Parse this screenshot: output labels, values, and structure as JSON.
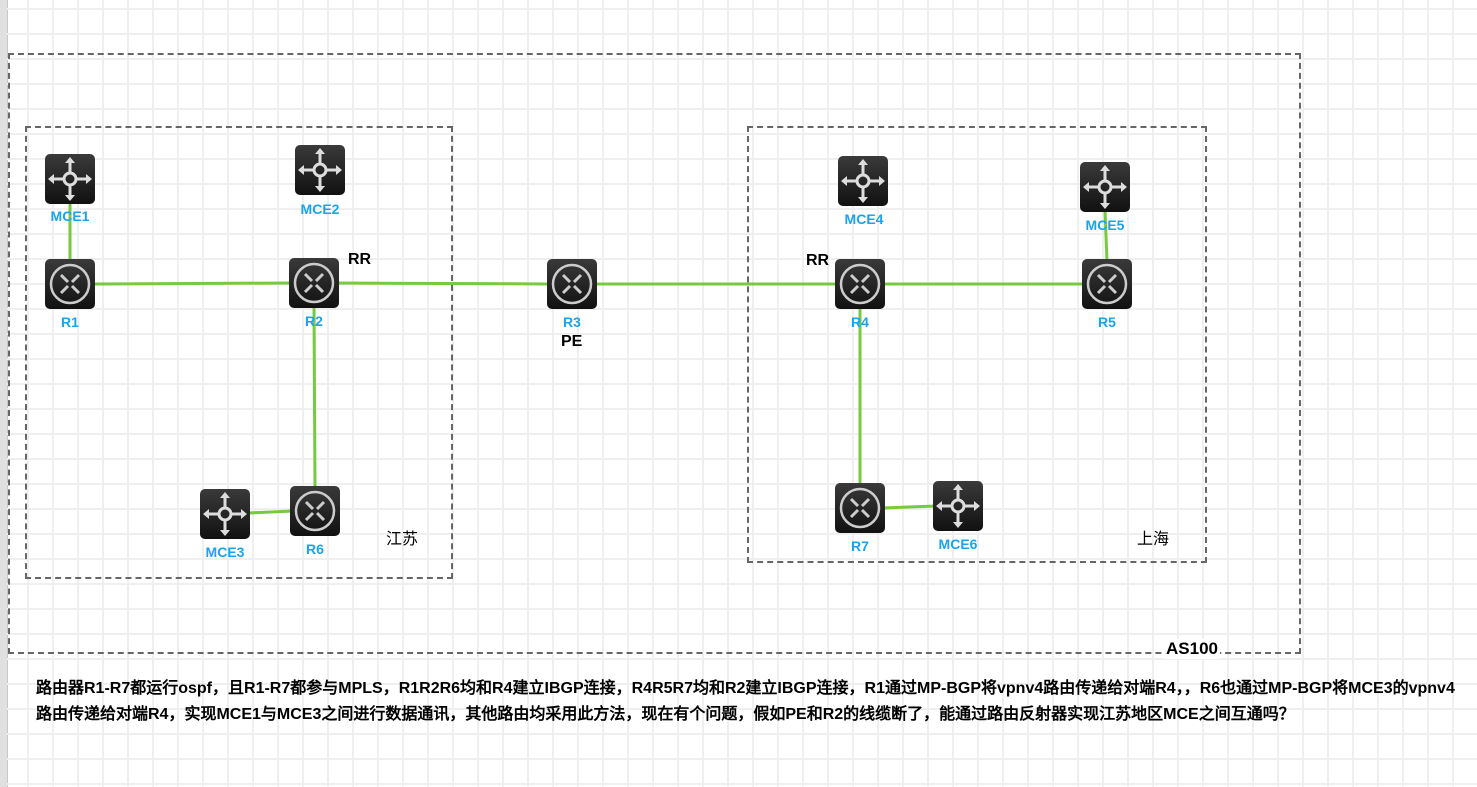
{
  "devices": {
    "mce1": "MCE1",
    "mce2": "MCE2",
    "mce3": "MCE3",
    "mce4": "MCE4",
    "mce5": "MCE5",
    "mce6": "MCE6",
    "r1": "R1",
    "r2": "R2",
    "r3": "R3",
    "r4": "R4",
    "r5": "R5",
    "r6": "R6",
    "r7": "R7"
  },
  "tags": {
    "rr_left": "RR",
    "rr_right": "RR",
    "pe": "PE"
  },
  "regions": {
    "jiangsu": "江苏",
    "shanghai": "上海",
    "as": "AS100"
  },
  "question": "路由器R1-R7都运行ospf，且R1-R7都参与MPLS，R1R2R6均和R4建立IBGP连接，R4R5R7均和R2建立IBGP连接，R1通过MP-BGP将vpnv4路由传递给对端R4，，R6也通过MP-BGP将MCE3的vpnv4路由传递给对端R4，实现MCE1与MCE3之间进行数据通讯，其他路由均采用此方法，现在有个问题，假如PE和R2的线缆断了，能通过路由反射器实现江苏地区MCE之间互通吗？",
  "colors": {
    "link": "#77c940",
    "label": "#1aa3ee"
  }
}
